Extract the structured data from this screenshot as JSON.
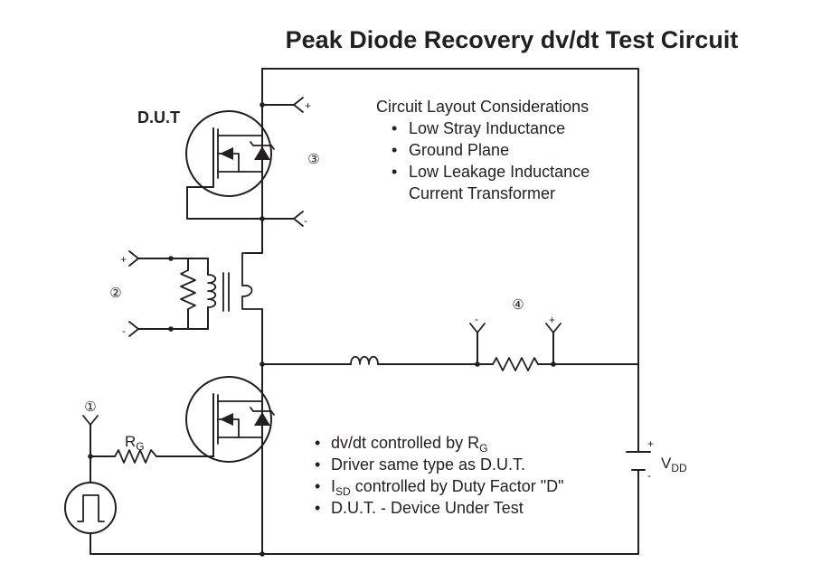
{
  "title": "Peak Diode Recovery dv/dt Test Circuit",
  "dut_label": "D.U.T",
  "layout_considerations": {
    "heading": "Circuit Layout Considerations",
    "bullet": "•",
    "items": [
      "Low Stray Inductance",
      "Ground Plane",
      "Low Leakage Inductance",
      "Current Transformer"
    ]
  },
  "notes": {
    "bullet": "•",
    "item1_prefix": "dv/dt controlled by R",
    "item1_sub": "G",
    "item2": "Driver same type as D.U.T.",
    "item3_prefix": "I",
    "item3_sub": "SD",
    "item3_suffix": " controlled by Duty Factor \"D\"",
    "item4": "D.U.T. - Device Under Test"
  },
  "markers": {
    "m1": "①",
    "m2": "②",
    "m3": "③",
    "m4": "④"
  },
  "polarity": {
    "plus": "+",
    "minus": "-"
  },
  "rg_label": {
    "main": "R",
    "sub": "G"
  },
  "vdd_label": {
    "main": "V",
    "sub": "DD"
  }
}
